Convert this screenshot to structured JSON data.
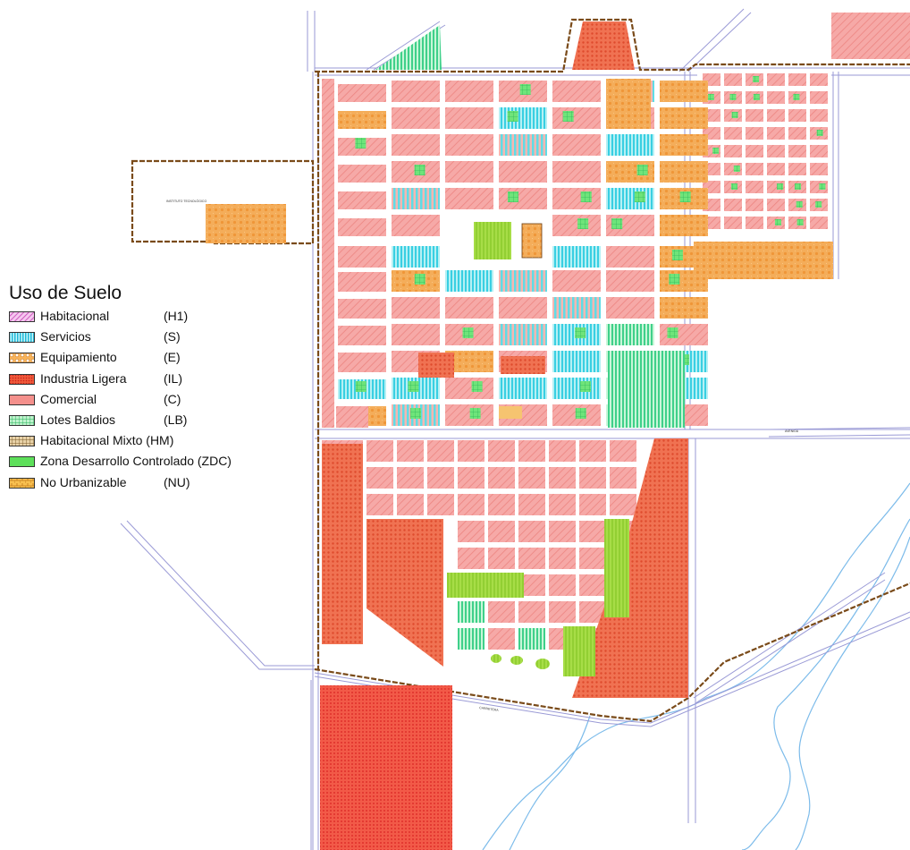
{
  "legend": {
    "title": "Uso de Suelo",
    "items": [
      {
        "label": "Habitacional",
        "code": "(H1)",
        "pattern": "hatch-h1",
        "color": "#d957c8",
        "icon": "h1-swatch-icon"
      },
      {
        "label": "Servicios",
        "code": "(S)",
        "pattern": "stripes-s",
        "color": "#3fd0e6",
        "icon": "servicios-swatch-icon"
      },
      {
        "label": "Equipamiento",
        "code": "(E)",
        "pattern": "dots-e",
        "color": "#f3a53c",
        "icon": "equipamiento-swatch-icon"
      },
      {
        "label": "Industria Ligera",
        "code": "(IL)",
        "pattern": "dots-il",
        "color": "#e8452f",
        "icon": "industria-swatch-icon"
      },
      {
        "label": "Comercial",
        "code": "(C)",
        "pattern": "hatch-c",
        "color": "#f3908f",
        "icon": "comercial-swatch-icon"
      },
      {
        "label": "Lotes Baldios",
        "code": "(LB)",
        "pattern": "grid-lb",
        "color": "#3fd08a",
        "icon": "baldios-swatch-icon"
      },
      {
        "label": "Habitacional Mixto (HM)",
        "code": "",
        "pattern": "grid-hm",
        "color": "#c8a46a",
        "icon": "mixto-swatch-icon"
      },
      {
        "label": "Zona Desarrollo Controlado (ZDC)",
        "code": "",
        "pattern": "solid-zdc",
        "color": "#66e85a",
        "icon": "zdc-swatch-icon"
      },
      {
        "label": "No Urbanizable",
        "code": "(NU)",
        "pattern": "bricks-nu",
        "color": "#f0a834",
        "icon": "nourbanizable-swatch-icon"
      }
    ]
  },
  "colors": {
    "comercial": "#f4a1a0",
    "equipamiento": "#f2a64a",
    "industria": "#ee6a45",
    "industria_dense": "#f04a3a",
    "servicios": "#58d8e8",
    "baldios": "#66e06a",
    "zdc": "#a6da3c",
    "road_outline": "#8a8dcc",
    "boundary": "#7a4a18",
    "river": "#76b8ea"
  }
}
